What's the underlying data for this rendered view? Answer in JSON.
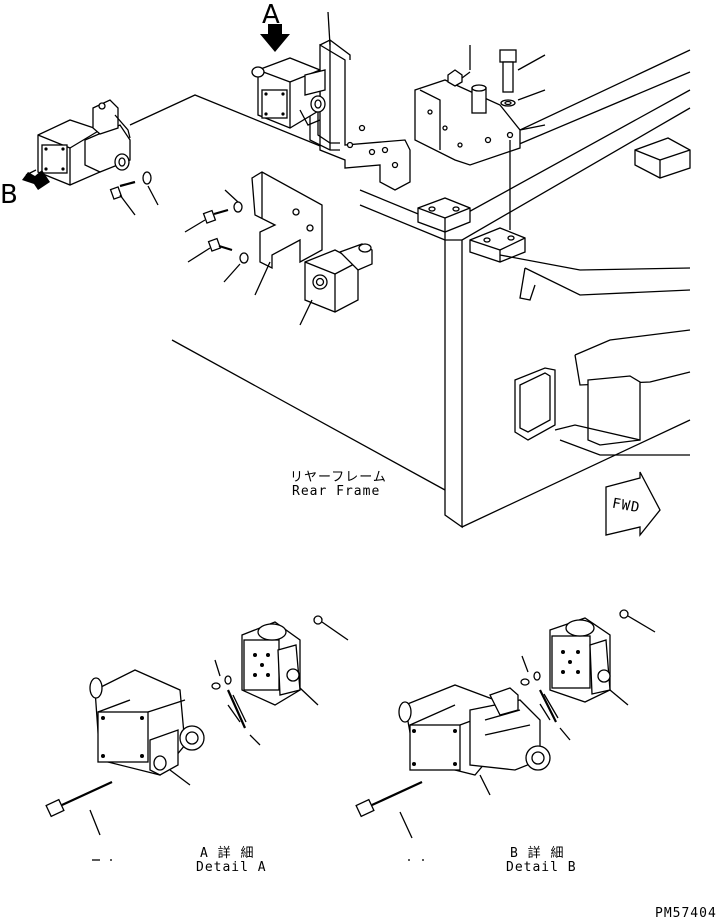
{
  "labels": {
    "view_a": "A",
    "view_b": "B",
    "rear_frame_jp": "リヤーフレーム",
    "rear_frame_en": "Rear Frame",
    "fwd": "FWD",
    "detail_a_jp": "A 詳 細",
    "detail_a_en": "Detail A",
    "detail_b_jp": "B 詳 細",
    "detail_b_en": "Detail B",
    "drawing_no": "PM57404"
  },
  "icons": {
    "view_arrow": "arrow-icon",
    "forward_marker": "fwd-arrow-icon"
  }
}
